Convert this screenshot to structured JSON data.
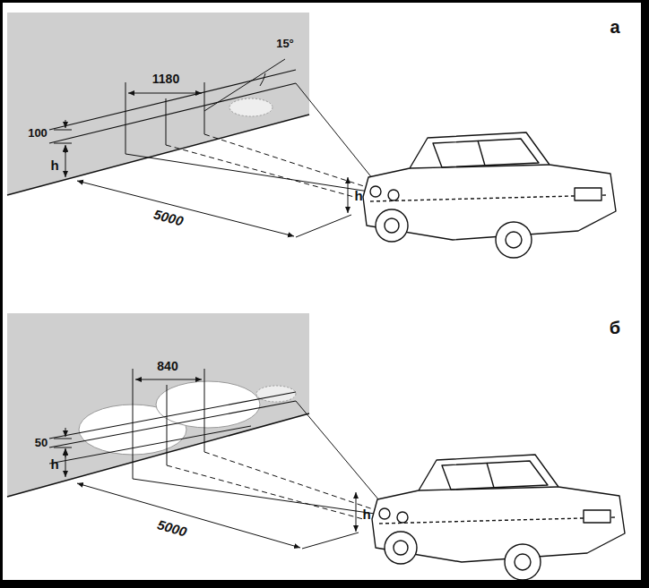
{
  "diagram": {
    "labels": [
      "а",
      "1180",
      "15°",
      "100",
      "h",
      "h",
      "5000",
      "б",
      "840",
      "50",
      "h",
      "h",
      "5000"
    ]
  }
}
